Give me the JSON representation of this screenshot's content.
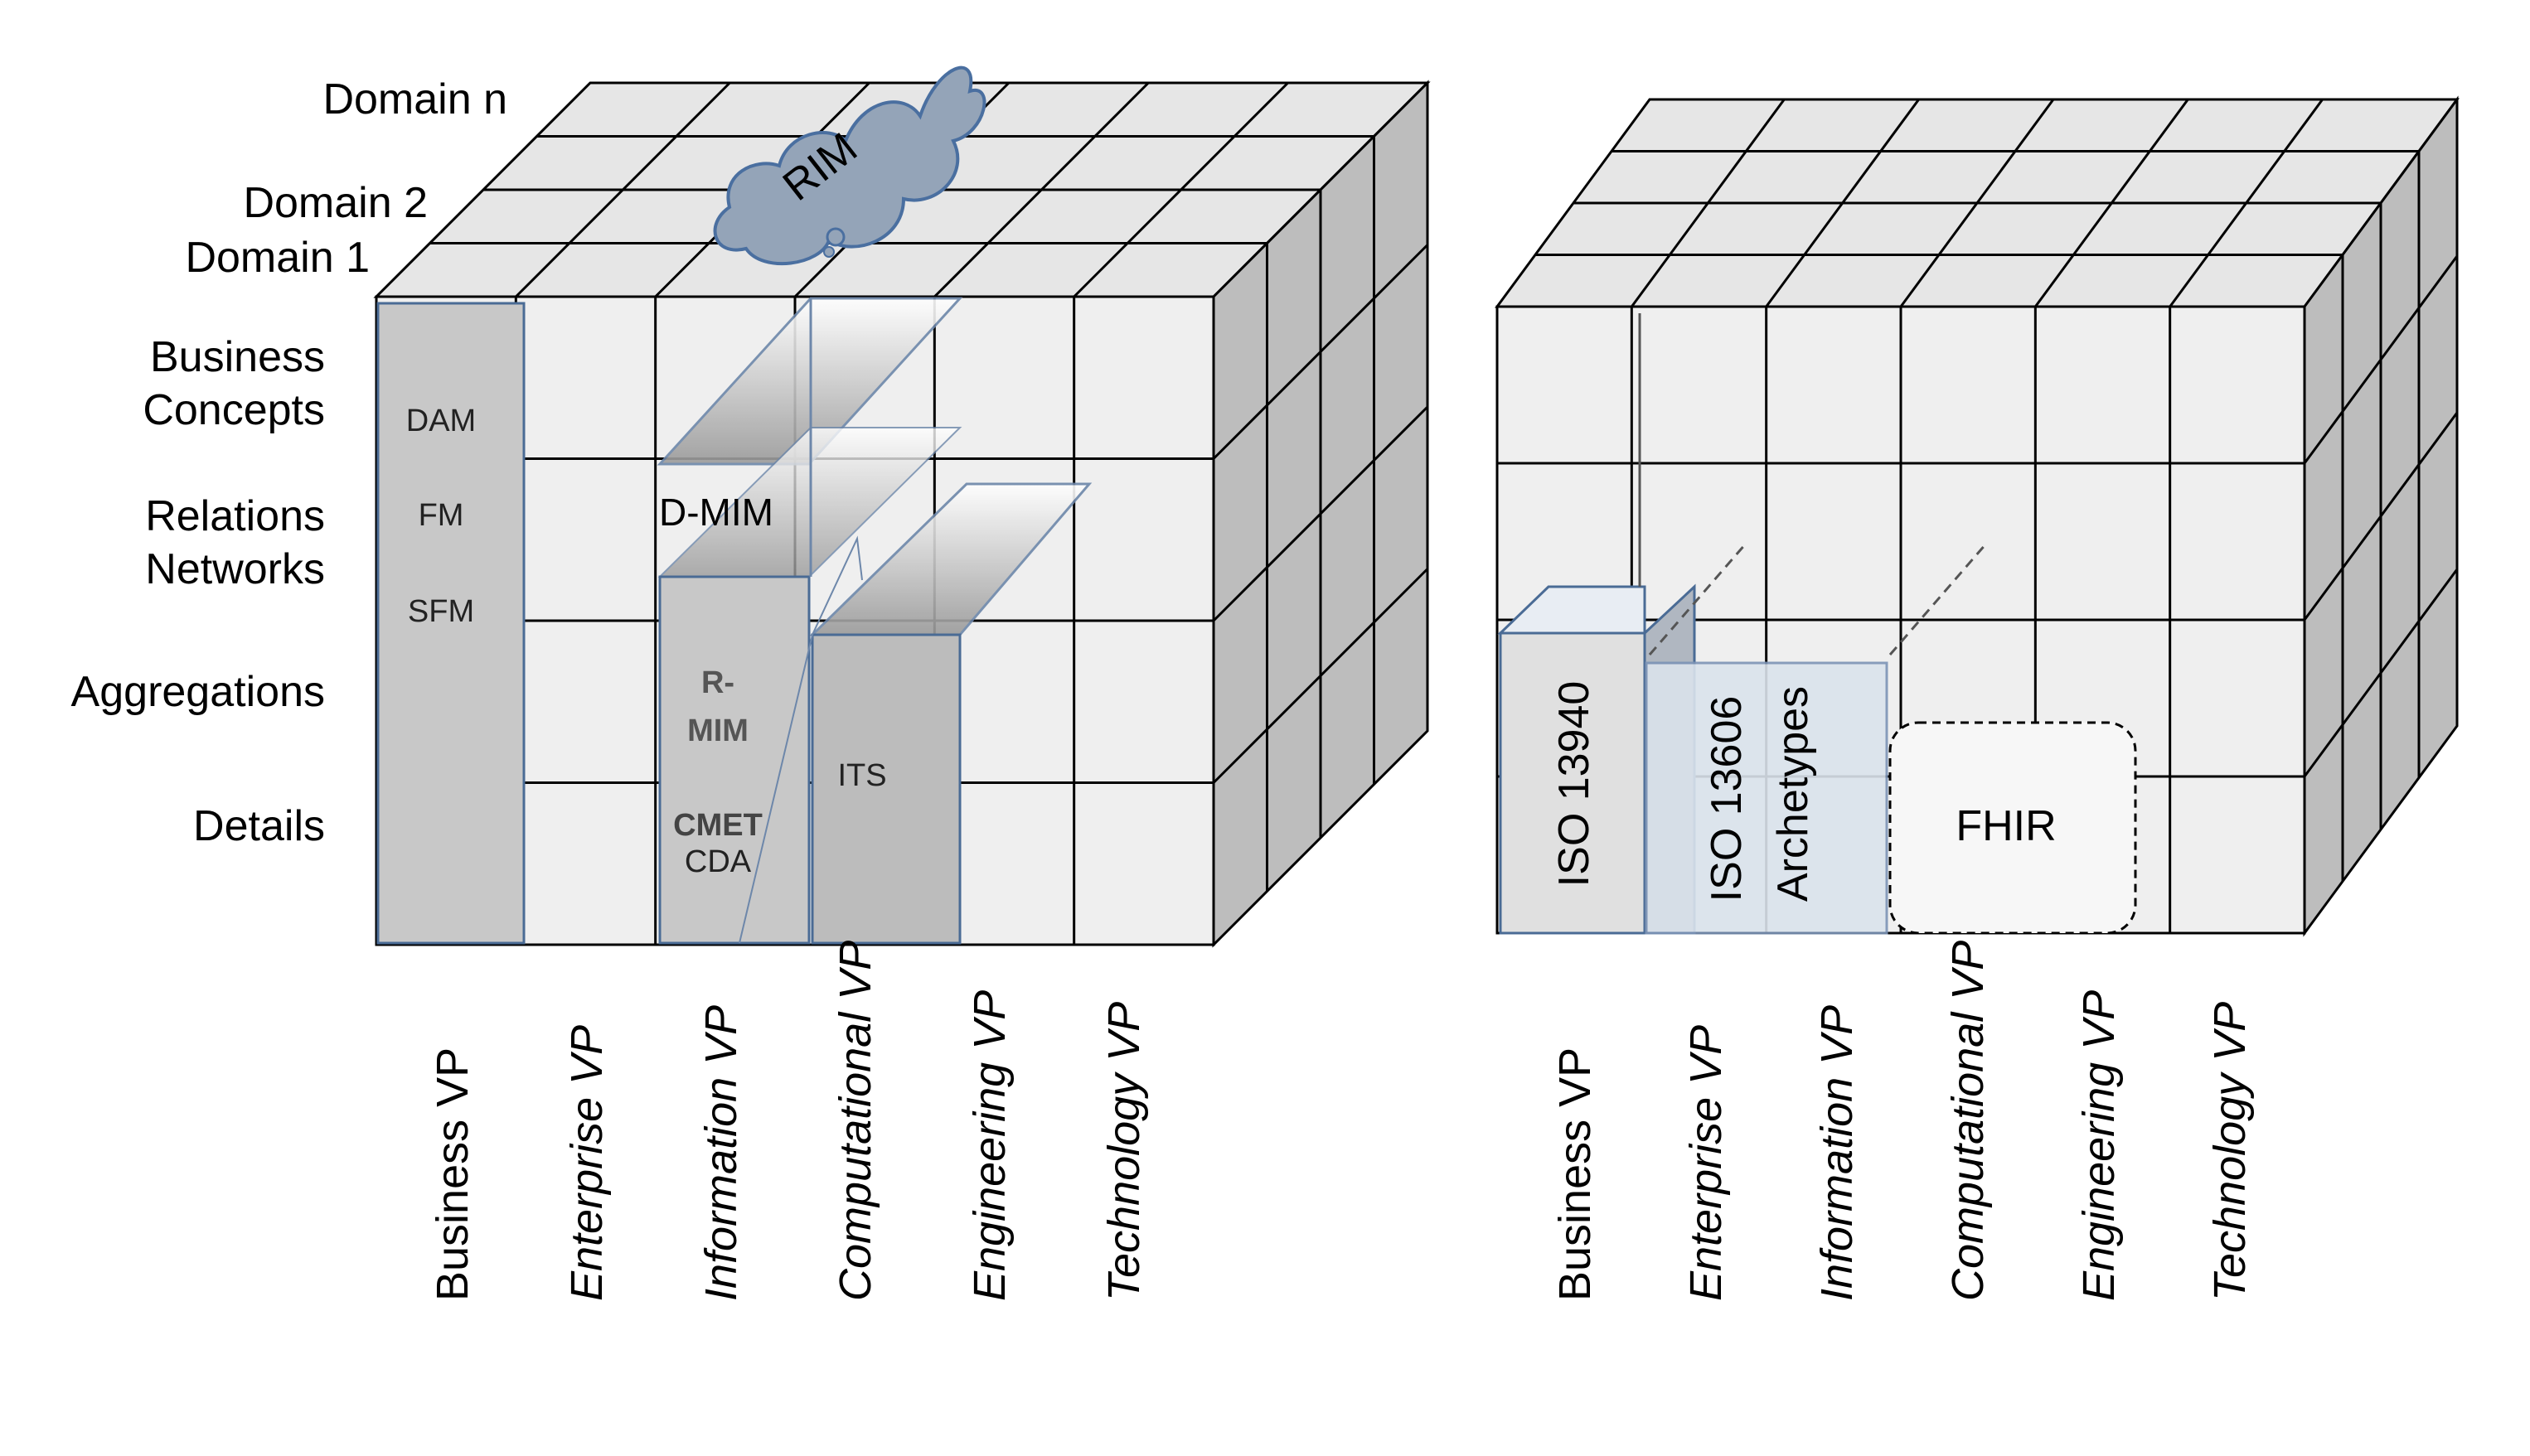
{
  "left_cube": {
    "domain_labels": [
      "Domain  n",
      "Domain  2",
      "Domain  1"
    ],
    "row_labels": {
      "business": [
        "Business",
        "Concepts"
      ],
      "relations": [
        "Relations",
        "Networks"
      ],
      "aggregations": "Aggregations",
      "details": "Details"
    },
    "cloud_label": "RIM",
    "cell_labels": {
      "dam": "DAM",
      "fm": "FM",
      "sfm": "SFM",
      "dmim": "D-MIM",
      "rmim_1": "R-",
      "rmim_2": "MIM",
      "cmet": "CMET",
      "cda": "CDA",
      "its": "ITS"
    },
    "viewpoints": [
      "Business VP",
      "Enterprise VP",
      "Information VP",
      "Computational VP",
      "Engineering VP",
      "Technology VP"
    ]
  },
  "right_cube": {
    "labels": {
      "iso13940": "ISO 13940",
      "iso13606": "ISO 13606",
      "archetypes": "Archetypes",
      "fhir": "FHIR"
    },
    "viewpoints": [
      "Business VP",
      "Enterprise VP",
      "Information VP",
      "Computational VP",
      "Engineering VP",
      "Technology VP"
    ]
  },
  "colors": {
    "top_face": "#e6e6e6",
    "front_face": "#efefef",
    "side_face": "#bdbdbd",
    "highlight_column": "#c8c8c8",
    "blue_box": "#dbe3ec",
    "cloud_fill": "#94a4b8",
    "cloud_stroke": "#4a6fa0"
  }
}
